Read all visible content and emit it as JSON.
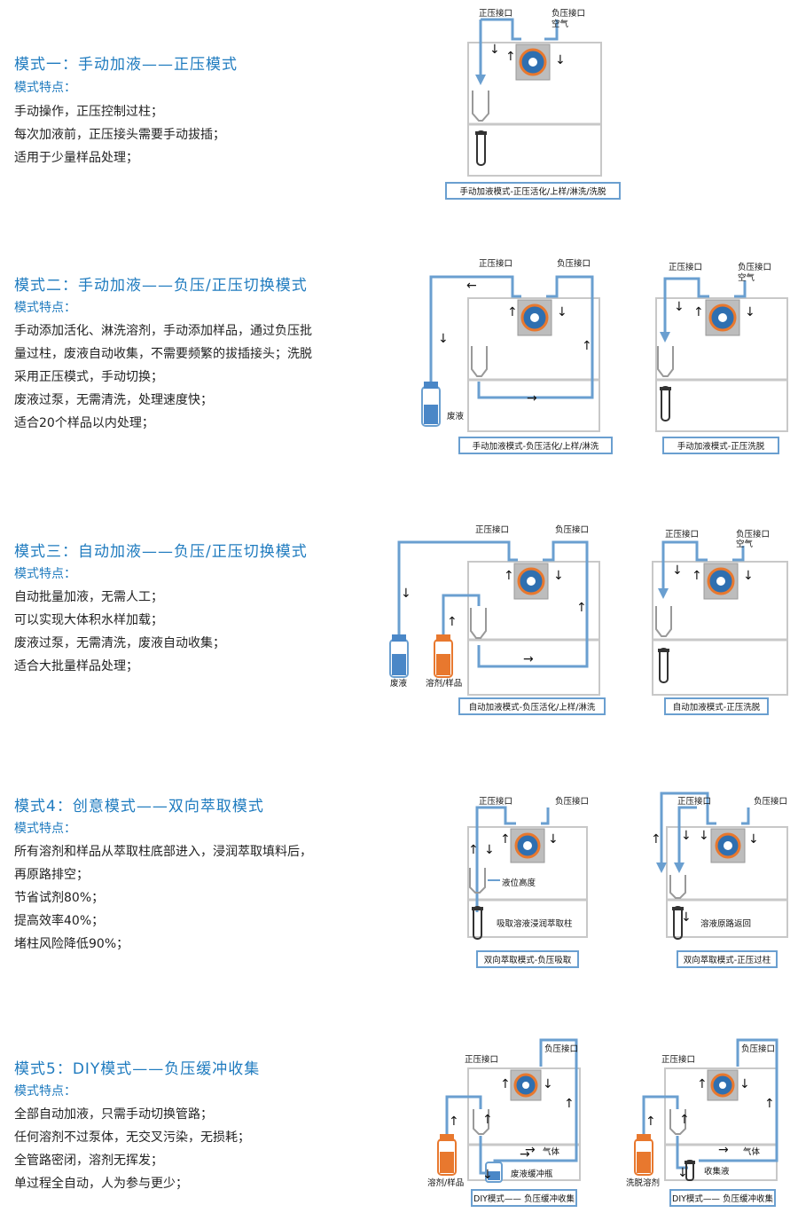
{
  "modes": [
    {
      "title": "模式一：手动加液——正压模式",
      "subtitle": "模式特点：",
      "lines": [
        "手动操作，正压控制过柱；",
        "每次加液前，正压接头需要手动拔插；",
        "适用于少量样品处理；"
      ],
      "diagrams": [
        {
          "pos_label": "正压接口",
          "neg_label": "负压接口",
          "air_label": "空气",
          "caption": "手动加液模式-正压活化/上样/淋洗/洗脱"
        }
      ]
    },
    {
      "title": "模式二：手动加液——负压/正压切换模式",
      "subtitle": "模式特点：",
      "lines": [
        "手动添加活化、淋洗溶剂，手动添加样品，通过负压批",
        "量过柱，废液自动收集，不需要频繁的拔插接头；洗脱",
        "采用正压模式，手动切换；",
        "废液过泵，无需清洗，处理速度快；",
        "适合20个样品以内处理；"
      ],
      "diagrams": [
        {
          "pos_label": "正压接口",
          "neg_label": "负压接口",
          "waste_label": "废液",
          "caption": "手动加液模式-负压活化/上样/淋洗"
        },
        {
          "pos_label": "正压接口",
          "neg_label": "负压接口",
          "air_label": "空气",
          "caption": "手动加液模式-正压洗脱"
        }
      ]
    },
    {
      "title": "模式三：自动加液——负压/正压切换模式",
      "subtitle": "模式特点：",
      "lines": [
        "自动批量加液，无需人工；",
        "可以实现大体积水样加载；",
        "废液过泵，无需清洗，废液自动收集；",
        "适合大批量样品处理；"
      ],
      "diagrams": [
        {
          "pos_label": "正压接口",
          "neg_label": "负压接口",
          "waste_label": "废液",
          "solvent_label": "溶剂/样品",
          "caption": "自动加液模式-负压活化/上样/淋洗"
        },
        {
          "pos_label": "正压接口",
          "neg_label": "负压接口",
          "air_label": "空气",
          "caption": "自动加液模式-正压洗脱"
        }
      ]
    },
    {
      "title": "模式4：创意模式——双向萃取模式",
      "subtitle": "模式特点：",
      "lines": [
        "所有溶剂和样品从萃取柱底部进入，浸润萃取填料后，",
        "再原路排空；",
        "节省试剂80%；",
        "提高效率40%；",
        "堵柱风险降低90%；"
      ],
      "diagrams": [
        {
          "pos_label": "正压接口",
          "neg_label": "负压接口",
          "level_label": "液位高度",
          "note_label": "吸取溶液浸润萃取柱",
          "caption": "双向萃取模式-负压吸取"
        },
        {
          "pos_label": "正压接口",
          "neg_label": "负压接口",
          "note_label": "溶液原路返回",
          "caption": "双向萃取模式-正压过柱"
        }
      ]
    },
    {
      "title": "模式5：DIY模式——负压缓冲收集",
      "subtitle": "模式特点：",
      "lines": [
        "全部自动加液，只需手动切换管路；",
        "任何溶剂不过泵体，无交叉污染，无损耗；",
        "全管路密闭，溶剂无挥发；",
        "单过程全自动，人为参与更少；"
      ],
      "diagrams": [
        {
          "pos_label": "正压接口",
          "neg_label": "负压接口",
          "gas_label": "气体",
          "solvent_label": "溶剂/样品",
          "buffer_label": "废液缓冲瓶",
          "caption": "DIY模式—— 负压缓冲收集"
        },
        {
          "pos_label": "正压接口",
          "neg_label": "负压接口",
          "gas_label": "气体",
          "solvent_label": "洗脱溶剂",
          "collect_label": "收集液",
          "caption": "DIY模式—— 负压缓冲收集"
        }
      ]
    }
  ],
  "colors": {
    "title": "#1f7bbf",
    "tube": "#6a9fd0",
    "orange": "#e8782e",
    "box": "#c8c8c8"
  }
}
